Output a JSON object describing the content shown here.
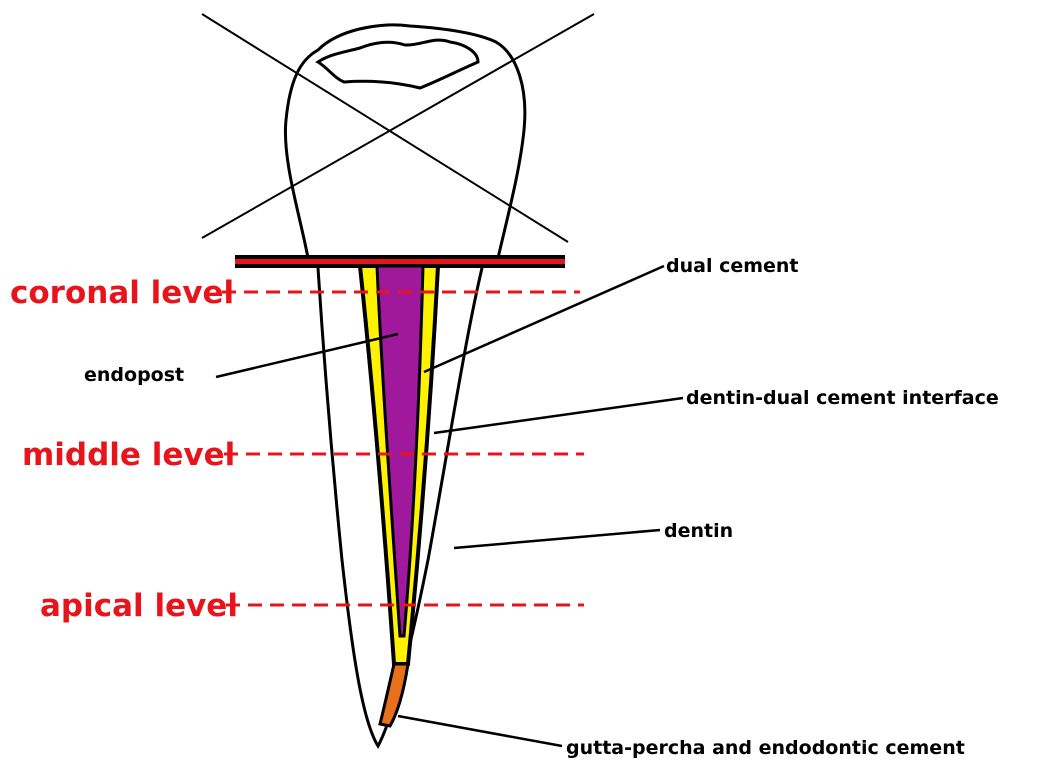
{
  "levels": {
    "coronal": "coronal level",
    "middle": "middle level",
    "apical": "apical level"
  },
  "callouts": {
    "dual_cement": "dual cement",
    "endopost": "endopost",
    "interface": "dentin-dual cement interface",
    "dentin": "dentin",
    "gutta_percha": "gutta-percha and endodontic cement"
  },
  "colors": {
    "level_red": "#e8141c",
    "post_purple": "#a0189c",
    "cement_yellow": "#fff200",
    "gutta_orange": "#e8701a",
    "outline": "#000000"
  }
}
